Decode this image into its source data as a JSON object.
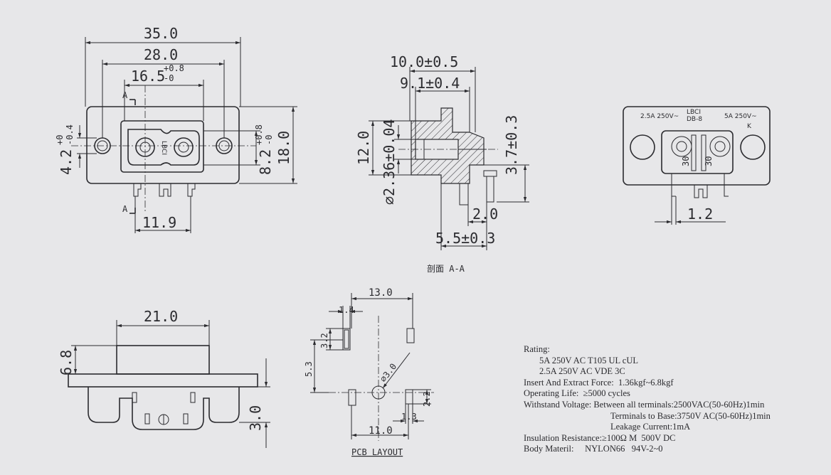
{
  "front_view": {
    "dim_35": "35.0",
    "dim_28": "28.0",
    "dim_16_5": "16.5",
    "dim_16_5_tol_plus": "+0.8",
    "dim_16_5_tol_minus": "-0",
    "dim_4_2": "4.2",
    "dim_4_2_tol_plus": "+0",
    "dim_4_2_tol_minus": "-0.4",
    "dim_8_2": "8.2",
    "dim_8_2_tol_plus": "+0.8",
    "dim_8_2_tol_minus": "-0",
    "dim_18": "18.0",
    "dim_11_9": "11.9",
    "section_marker": "A",
    "mold_mark": "LBCI"
  },
  "section_view": {
    "dim_10": "10.0±0.5",
    "dim_9_1": "9.1±0.4",
    "dim_12": "12.0",
    "dim_dia": "∅2.36±0.04",
    "dim_3_7": "3.7±0.3",
    "dim_2": "2.0",
    "dim_5_5": "5.5±0.3",
    "caption": "剖面 A-A"
  },
  "rear_view": {
    "mark_left": "2.5A 250V~",
    "mark_mid_top": "LBCI",
    "mark_mid_bottom": "DB-8",
    "mark_right": "5A 250V~",
    "mark_k": "K",
    "pin_mark_left": "30",
    "pin_mark_right": "30",
    "dim_1_2": "1.2"
  },
  "side_view": {
    "dim_21": "21.0",
    "dim_6_8": "6.8",
    "dim_3": "3.0"
  },
  "pcb_layout": {
    "dim_13": "13.0",
    "dim_1_4": "1.4",
    "dim_3_2": "3.2",
    "dim_5_3": "5.3",
    "dim_dia3": "∅3.0",
    "dim_2_2": "2.2",
    "dim_1_3": "1.3",
    "dim_11": "11.0",
    "caption": "PCB LAYOUT"
  },
  "specs": {
    "rating_label": "Rating:",
    "rating_1": "5A 250V AC T105 UL cUL",
    "rating_2": "2.5A 250V AC VDE 3C",
    "insert_force": "Insert And Extract Force:  1.36kgf~6.8kgf",
    "operating_life": "Operating Life:  ≥5000 cycles",
    "withstand_1": "Withstand Voltage: Between all terminals:2500VAC(50-60Hz)1min",
    "withstand_2": "Terminals to Base:3750V AC(50-60Hz)1min",
    "withstand_3": "Leakage Current:1mA",
    "insulation": "Insulation Resistance:≥100Ω M  500V DC",
    "body_material": "Body Materil:     NYLON66   94V-2~0"
  }
}
